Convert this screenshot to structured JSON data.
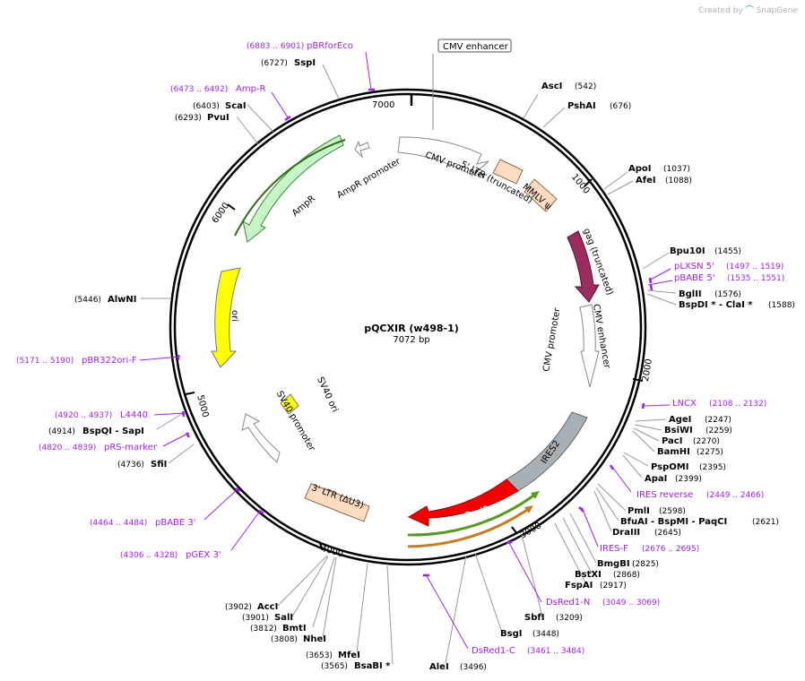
{
  "watermark": {
    "prefix": "Created by",
    "brand": "SnapGene"
  },
  "plasmid": {
    "name": "pQCXIR (w498-1)",
    "size": "7072 bp"
  },
  "ruler": [
    "1000",
    "2000",
    "3000",
    "4000",
    "5000",
    "6000",
    "7000"
  ],
  "features": {
    "cmv_enhancer_box": "CMV enhancer",
    "cmv_promoter": "CMV promoter",
    "ltr5": "5' LTR (truncated)",
    "mmlv": "MMLV ψ",
    "gag": "gag (truncated)",
    "cmv_enhancer2": "CMV enhancer",
    "cmv_promoter2": "CMV promoter",
    "ires2": "IRES2",
    "dsred2": "DsRed2",
    "ltr3": "3' LTR (ΔU3)",
    "sv40_promoter": "SV40 promoter",
    "sv40_ori": "SV40 ori",
    "ori": "ori",
    "ampr": "AmpR",
    "ampr_promoter": "AmpR promoter"
  },
  "enzymes": {
    "asci": {
      "name": "AscI",
      "pos": "(542)"
    },
    "pshai": {
      "name": "PshAI",
      "pos": "(676)"
    },
    "apoi": {
      "name": "ApoI",
      "pos": "(1037)"
    },
    "afei": {
      "name": "AfeI",
      "pos": "(1088)"
    },
    "bpu10i": {
      "name": "Bpu10I",
      "pos": "(1455)"
    },
    "bglii": {
      "name": "BglII",
      "pos": "(1576)"
    },
    "bspdi": {
      "name": "BspDI *  -  ClaI *",
      "pos": "(1588)"
    },
    "agei": {
      "name": "AgeI",
      "pos": "(2247)"
    },
    "bsiwi": {
      "name": "BsiWI",
      "pos": "(2259)"
    },
    "paci": {
      "name": "PacI",
      "pos": "(2270)"
    },
    "bamhi": {
      "name": "BamHI",
      "pos": "(2275)"
    },
    "pspomi": {
      "name": "PspOMI",
      "pos": "(2395)"
    },
    "apai": {
      "name": "ApaI",
      "pos": "(2399)"
    },
    "pmli": {
      "name": "PmlI",
      "pos": "(2598)"
    },
    "bfuai": {
      "name": "BfuAI  -  BspMI  -  PaqCI",
      "pos": "(2621)"
    },
    "draiii": {
      "name": "DraIII",
      "pos": "(2645)"
    },
    "bmgbi": {
      "name": "BmgBI",
      "pos": "(2825)"
    },
    "bstxi": {
      "name": "BstXI",
      "pos": "(2868)"
    },
    "fspai": {
      "name": "FspAI",
      "pos": "(2917)"
    },
    "sbfi": {
      "name": "SbfI",
      "pos": "(3209)"
    },
    "bsgi": {
      "name": "BsgI",
      "pos": "(3448)"
    },
    "alei": {
      "name": "AleI",
      "pos": "(3496)"
    },
    "bsabi": {
      "name": "BsaBI  *",
      "pos": "(3565)"
    },
    "mfei": {
      "name": "MfeI",
      "pos": "(3653)"
    },
    "nhei": {
      "name": "NheI",
      "pos": "(3808)"
    },
    "bmti": {
      "name": "BmtI",
      "pos": "(3812)"
    },
    "sali": {
      "name": "SalI",
      "pos": "(3901)"
    },
    "acci": {
      "name": "AccI",
      "pos": "(3902)"
    },
    "sfii": {
      "name": "SfiI",
      "pos": "(4736)"
    },
    "bspqi": {
      "name": "BspQI   -  SapI",
      "pos": "(4914)"
    },
    "alwni": {
      "name": "AlwNI",
      "pos": "(5446)"
    },
    "pvui": {
      "name": "PvuI",
      "pos": "(6293)"
    },
    "scai": {
      "name": "ScaI",
      "pos": "(6403)"
    },
    "sspi": {
      "name": "SspI",
      "pos": "(6727)"
    }
  },
  "primers": {
    "pbrforeco": {
      "name": "pBRforEco",
      "pos": "(6883 .. 6901)"
    },
    "ampr": {
      "name": "Amp-R",
      "pos": "(6473 .. 6492)"
    },
    "plxsn5": {
      "name": "pLXSN 5'",
      "pos": "(1497 .. 1519)"
    },
    "pbabe5": {
      "name": "pBABE 5'",
      "pos": "(1535 .. 1551)"
    },
    "lncx": {
      "name": "LNCX",
      "pos": "(2108 .. 2132)"
    },
    "iresrev": {
      "name": "IRES reverse",
      "pos": "(2449 .. 2466)"
    },
    "iresf": {
      "name": "IRES-F",
      "pos": "(2676 .. 2695)"
    },
    "dsred1n": {
      "name": "DsRed1-N",
      "pos": "(3049 .. 3069)"
    },
    "dsred1c": {
      "name": "DsRed1-C",
      "pos": "(3461 .. 3484)"
    },
    "pgex3": {
      "name": "pGEX 3'",
      "pos": "(4306 .. 4328)"
    },
    "pbabe3": {
      "name": "pBABE 3'",
      "pos": "(4464 .. 4484)"
    },
    "prsmarker": {
      "name": "pRS-marker",
      "pos": "(4820 .. 4839)"
    },
    "l4440": {
      "name": "L4440",
      "pos": "(4920 .. 4937)"
    },
    "pbr322ori": {
      "name": "pBR322ori-F",
      "pos": "(5171 .. 5190)"
    }
  },
  "colors": {
    "backbone": "#000000",
    "primer": "#a020f0",
    "gag": "#9a2c5e",
    "ires2": "#a9b0b5",
    "dsred2": "#f20000",
    "ori": "#ffff00",
    "ampr": "#c8f5c8",
    "ltr": "#ffdcc0",
    "sv40ori": "#ffff00"
  }
}
